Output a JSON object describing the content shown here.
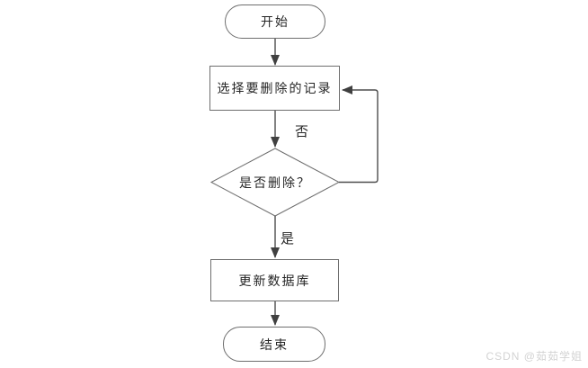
{
  "flowchart": {
    "title": "delete-record-flow",
    "nodes": {
      "start": {
        "type": "terminator",
        "label": "开始"
      },
      "select": {
        "type": "process",
        "label": "选择要删除的记录"
      },
      "decision": {
        "type": "decision",
        "label": "是否删除？"
      },
      "update": {
        "type": "process",
        "label": "更新数据库"
      },
      "end": {
        "type": "terminator",
        "label": "结束"
      }
    },
    "edges": {
      "start_to_select": {
        "from": "start",
        "to": "select",
        "label": ""
      },
      "select_to_decision": {
        "from": "select",
        "to": "decision",
        "label": ""
      },
      "decision_no_loop": {
        "from": "decision",
        "to": "select",
        "label": "否"
      },
      "decision_to_update": {
        "from": "decision",
        "to": "update",
        "label": "是"
      },
      "update_to_end": {
        "from": "update",
        "to": "end",
        "label": ""
      }
    },
    "colors": {
      "background": "#ffffff",
      "shape_border": "#6e6e6e",
      "shape_fill": "#ffffff",
      "connector": "#4d4d4d",
      "arrowhead": "#404040",
      "text": "#262626",
      "watermark": "#d3d3d3"
    }
  },
  "watermark": {
    "text": "CSDN @茹茹学姐"
  }
}
